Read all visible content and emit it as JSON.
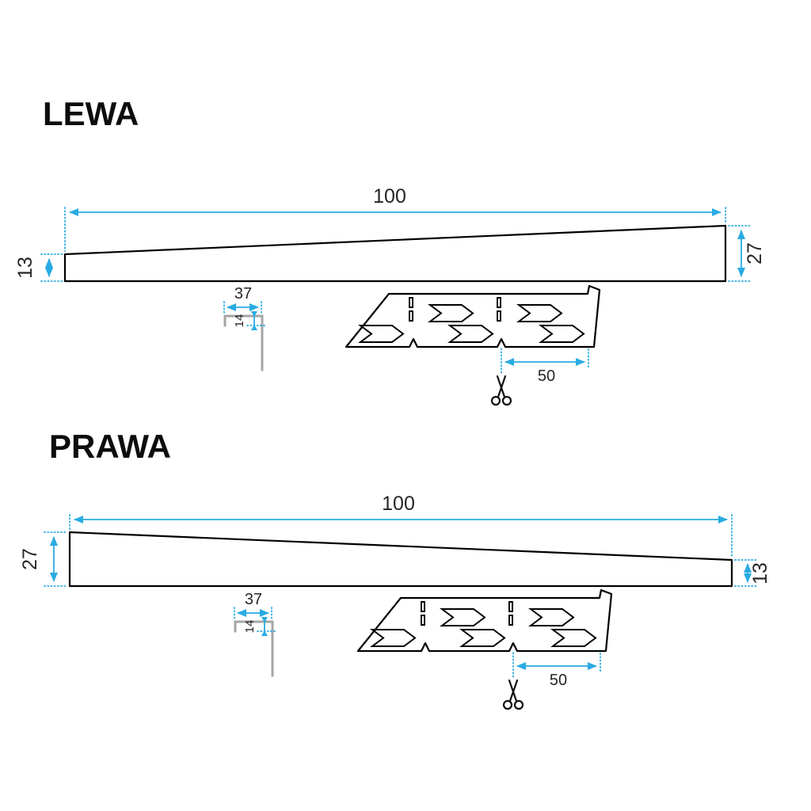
{
  "drawing": {
    "background": "#ffffff",
    "accent_color": "#29abe2",
    "outline_color": "#000000",
    "profile_metal_color": "#a6a6a6",
    "text_color": "#262626",
    "sections": [
      {
        "title": "LEWA",
        "dimensions": {
          "length": "100",
          "height_small": "13",
          "height_large": "27",
          "base_width": "37",
          "base_height": "14",
          "cut_spacing": "50"
        }
      },
      {
        "title": "PRAWA",
        "dimensions": {
          "length": "100",
          "height_large": "27",
          "height_small": "13",
          "base_width": "37",
          "base_height": "14",
          "cut_spacing": "50"
        }
      }
    ]
  }
}
